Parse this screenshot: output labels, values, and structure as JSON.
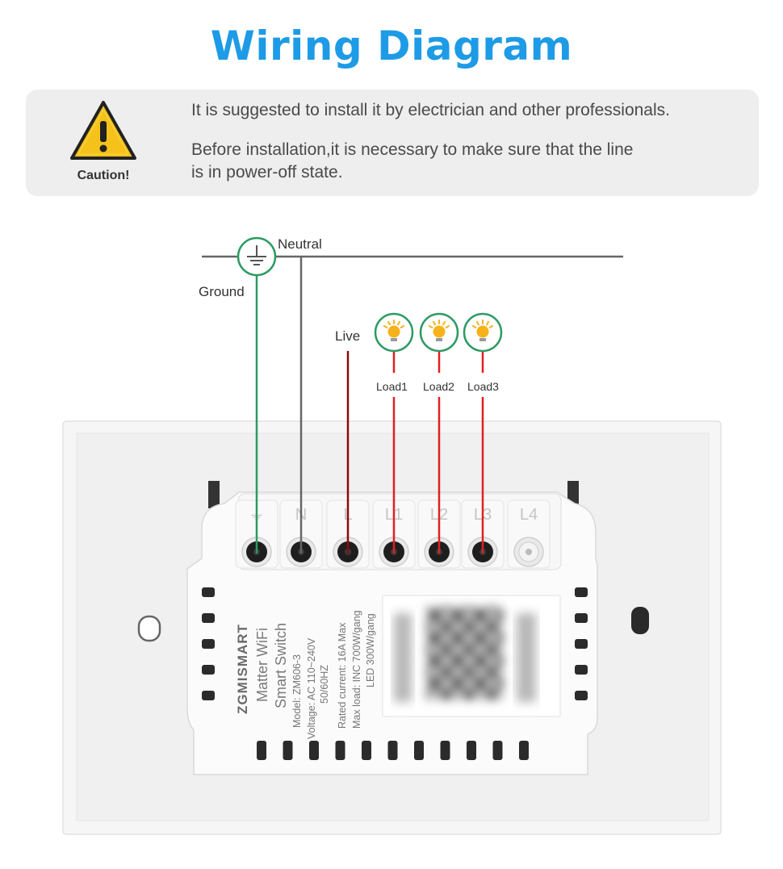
{
  "title": "Wiring Diagram",
  "caution": {
    "label": "Caution!",
    "line1": "It is suggested to install it by electrician and other professionals.",
    "line2": "Before installation,it is necessary to make sure that the line is in power-off state.",
    "icon": "warning-triangle-icon"
  },
  "wires": {
    "neutral": "Neutral",
    "ground": "Ground",
    "live": "Live",
    "loads": [
      "Load1",
      "Load2",
      "Load3"
    ]
  },
  "terminals": [
    "⏚",
    "N",
    "L",
    "L1",
    "L2",
    "L3",
    "L4"
  ],
  "device": {
    "brand": "ZGMISMART",
    "line1": "Matter WiFi",
    "line2": "Smart Switch",
    "model": "Model: ZM606-3",
    "voltage": "Voltage: AC 110~240V",
    "freq": "50/60HZ",
    "current": "Rated current: 16A Max",
    "maxload": "Max load: INC 700W/gang",
    "led": "LED 300W/gang"
  },
  "colors": {
    "title": "#1e9be6",
    "ground_wire": "#2e9a63",
    "neutral_wire": "#666666",
    "live_wire": "#8b0a0a",
    "load_wire": "#e02020",
    "bulb": "#f6b21b"
  }
}
